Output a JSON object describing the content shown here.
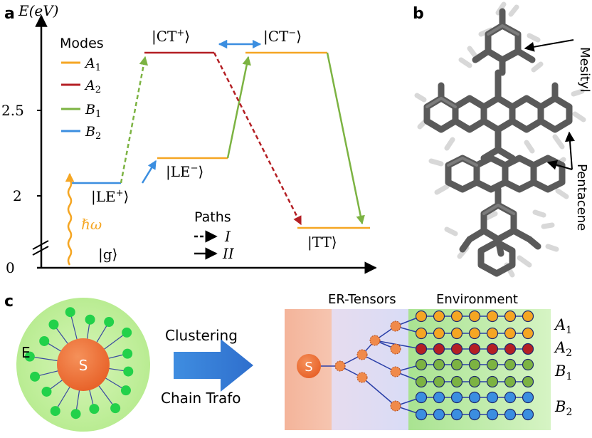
{
  "panel_a": {
    "label": "a",
    "axis_label": "E(eV)",
    "ticks": [
      "0",
      "2",
      "2.5"
    ],
    "legend_title": "Modes",
    "modes": [
      {
        "name": "A",
        "sub": "1",
        "color": "#f5a623"
      },
      {
        "name": "A",
        "sub": "2",
        "color": "#b41f24"
      },
      {
        "name": "B",
        "sub": "1",
        "color": "#7cb342"
      },
      {
        "name": "B",
        "sub": "2",
        "color": "#3b8ee0"
      }
    ],
    "states": [
      {
        "base": "|CT",
        "sup": "+",
        "close": "⟩"
      },
      {
        "base": "|CT",
        "sup": "−",
        "close": "⟩"
      },
      {
        "base": "|LE",
        "sup": "−",
        "close": "⟩"
      },
      {
        "base": "|LE",
        "sup": "+",
        "close": "⟩"
      },
      {
        "base": "|TT",
        "sup": "",
        "close": "⟩"
      },
      {
        "base": "|g",
        "sup": "",
        "close": "⟩"
      }
    ],
    "photon": "ℏω",
    "paths_title": "Paths",
    "paths": [
      "I",
      "II"
    ]
  },
  "panel_b": {
    "label": "b",
    "annotations": [
      "Mesityl",
      "Pentacene"
    ]
  },
  "panel_c": {
    "label": "c",
    "system_label": "S",
    "environment_label": "E",
    "arrow_top": "Clustering",
    "arrow_bottom": "Chain Trafo",
    "section_left": "ER-Tensors",
    "section_right": "Environment",
    "chain_labels": [
      {
        "name": "A",
        "sub": "1"
      },
      {
        "name": "A",
        "sub": "2"
      },
      {
        "name": "B",
        "sub": "1"
      },
      {
        "name": "B",
        "sub": "2"
      }
    ],
    "chain_colors": [
      "#f5a623",
      "#f5a623",
      "#b41f24",
      "#7cb342",
      "#7cb342",
      "#3b8ee0",
      "#3b8ee0"
    ]
  }
}
